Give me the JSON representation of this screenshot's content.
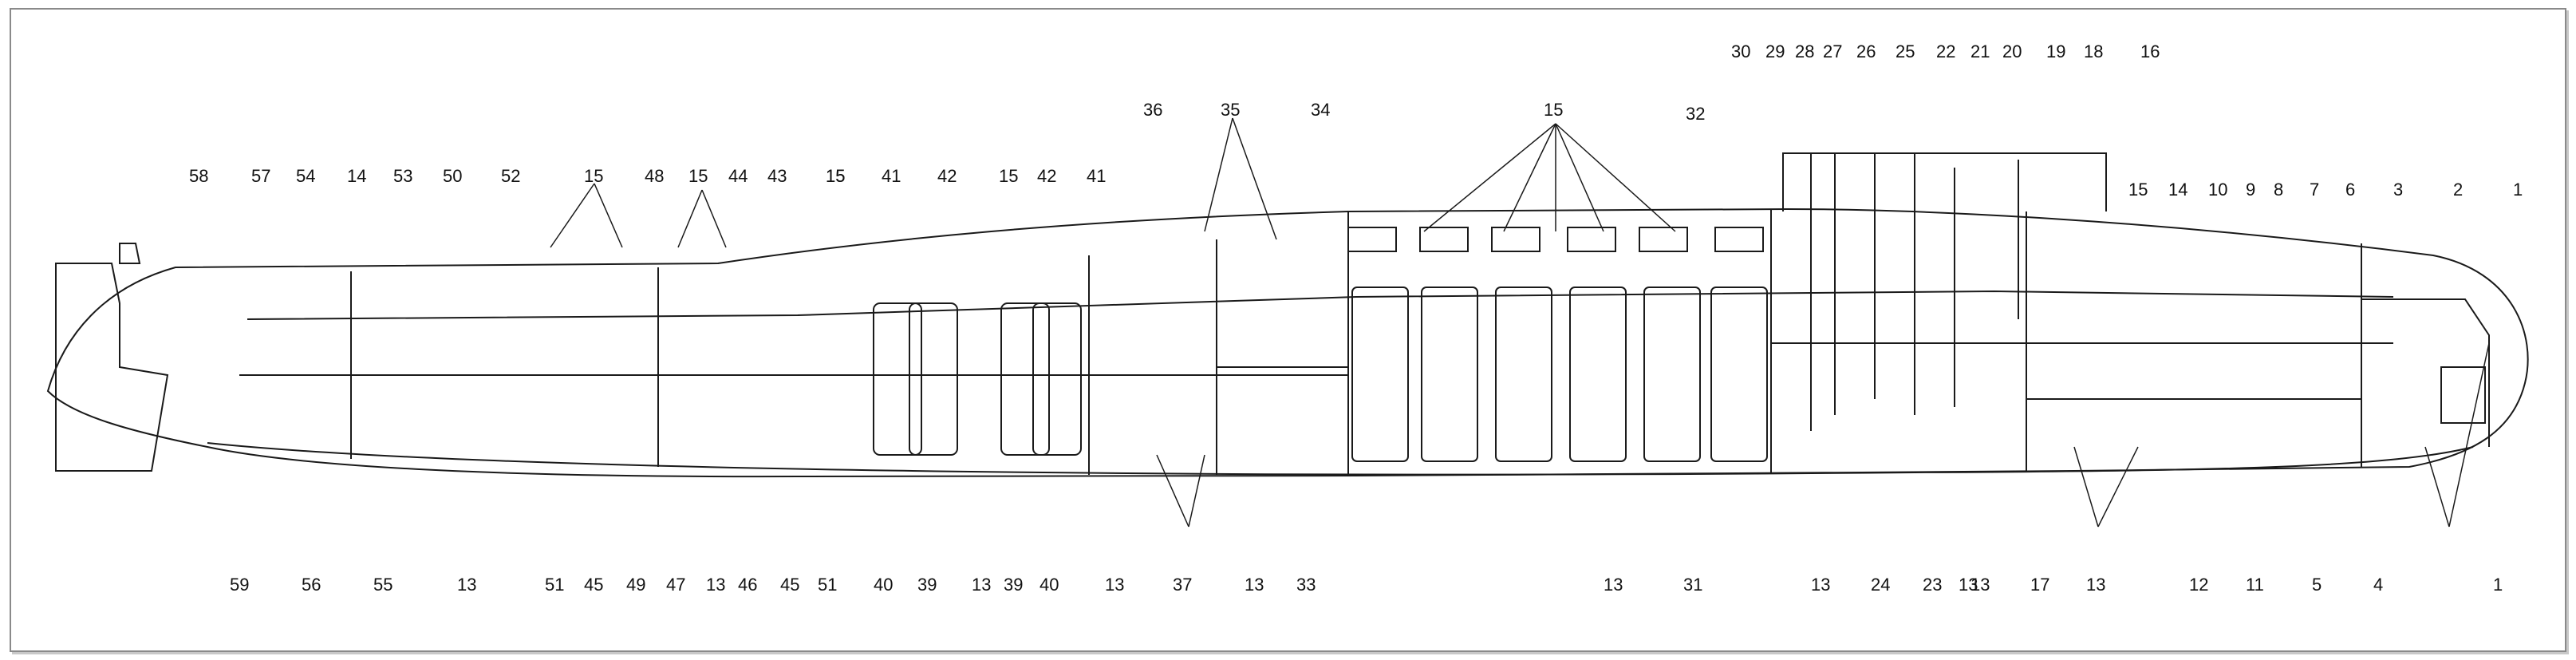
{
  "labels": [
    "1",
    "2",
    "3",
    "6",
    "7",
    "8",
    "9",
    "10",
    "14",
    "15",
    "16",
    "18",
    "19",
    "20",
    "21",
    "22",
    "25",
    "26",
    "27",
    "28",
    "29",
    "30",
    "32",
    "15",
    "34",
    "35",
    "36",
    "15",
    "42",
    "41",
    "15",
    "42",
    "41",
    "15",
    "43",
    "44",
    "15",
    "48",
    "15",
    "52",
    "50",
    "53",
    "14",
    "54",
    "57",
    "58",
    "1",
    "4",
    "5",
    "11",
    "12",
    "13",
    "13",
    "17",
    "13",
    "23",
    "24",
    "13",
    "31",
    "13",
    "33",
    "13",
    "37",
    "13",
    "40",
    "39",
    "13",
    "39",
    "40",
    "51",
    "45",
    "46",
    "13",
    "47",
    "49",
    "45",
    "51",
    "13",
    "55",
    "56",
    "59"
  ]
}
